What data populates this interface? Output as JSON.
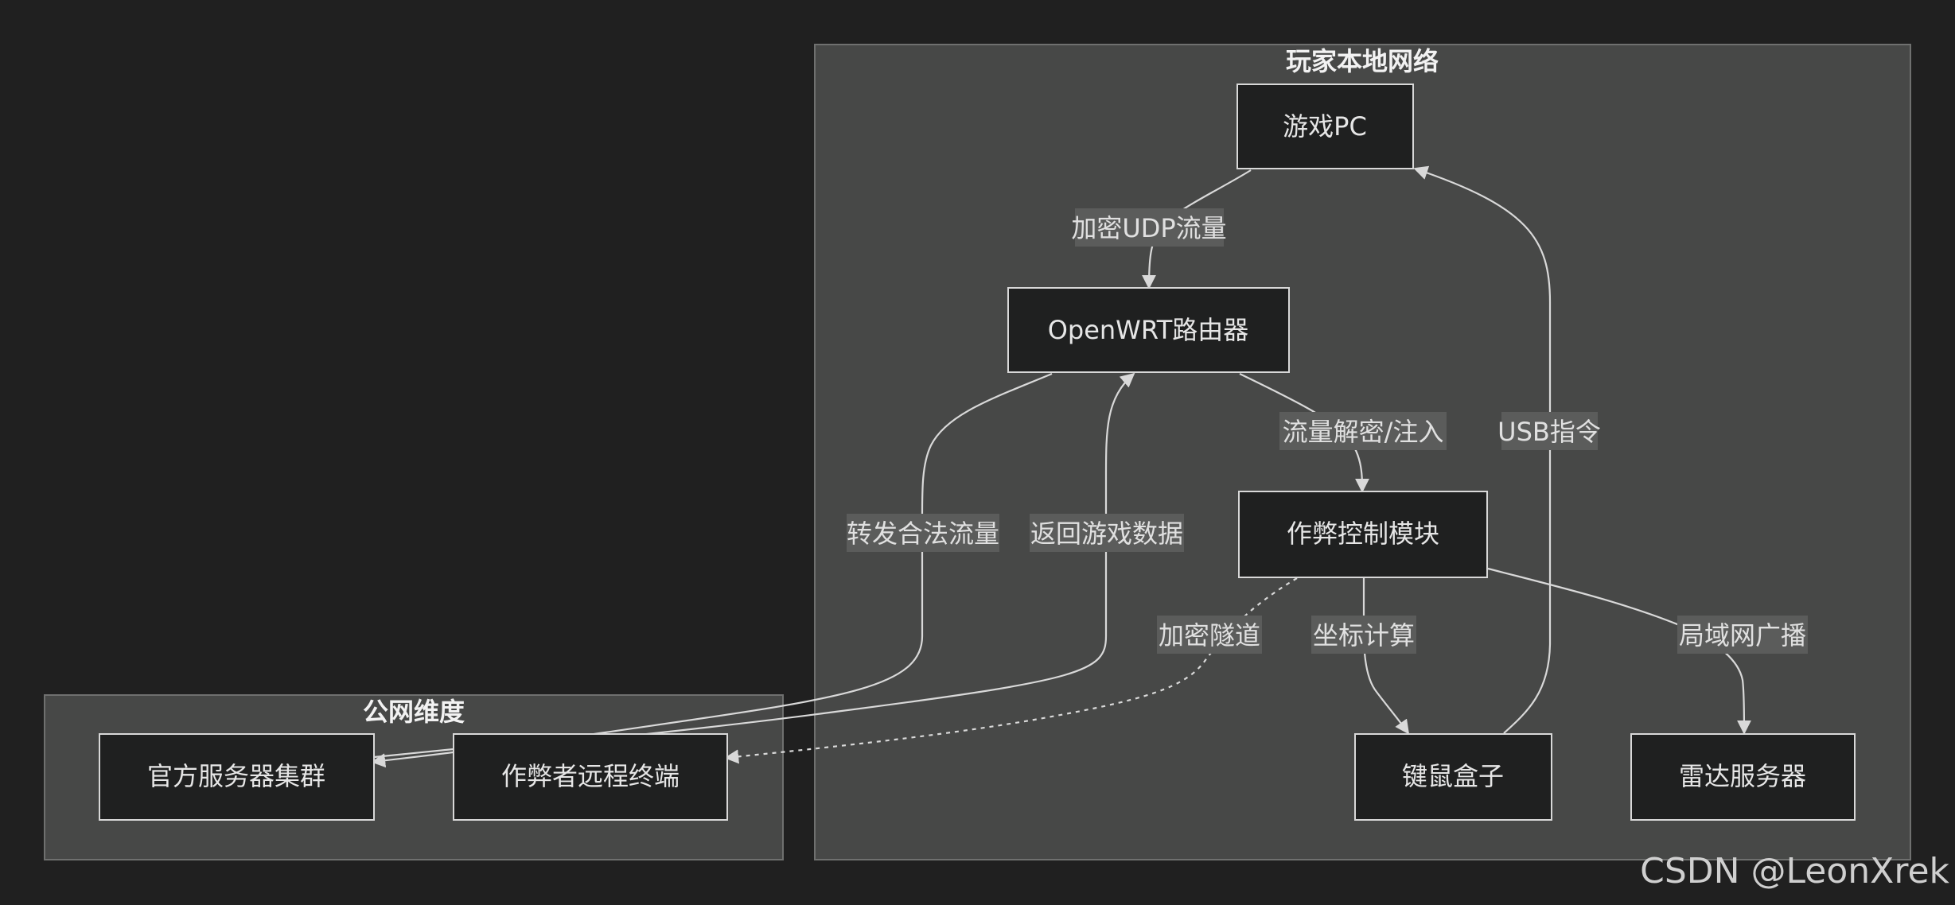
{
  "clusters": {
    "local": {
      "title": "玩家本地网络"
    },
    "public": {
      "title": "公网维度"
    }
  },
  "nodes": {
    "pc": "游戏PC",
    "router": "OpenWRT路由器",
    "cheat": "作弊控制模块",
    "kvm": "键鼠盒子",
    "radar": "雷达服务器",
    "official": "官方服务器集群",
    "remote": "作弊者远程终端"
  },
  "edges": {
    "pc_router": "加密UDP流量",
    "router_cheat": "流量解密/注入",
    "kvm_pc": "USB指令",
    "router_official": "转发合法流量",
    "remote_router": "返回游戏数据",
    "cheat_remote": "加密隧道",
    "cheat_kvm": "坐标计算",
    "cheat_radar": "局域网广播"
  },
  "watermark": "CSDN @LeonXrek"
}
